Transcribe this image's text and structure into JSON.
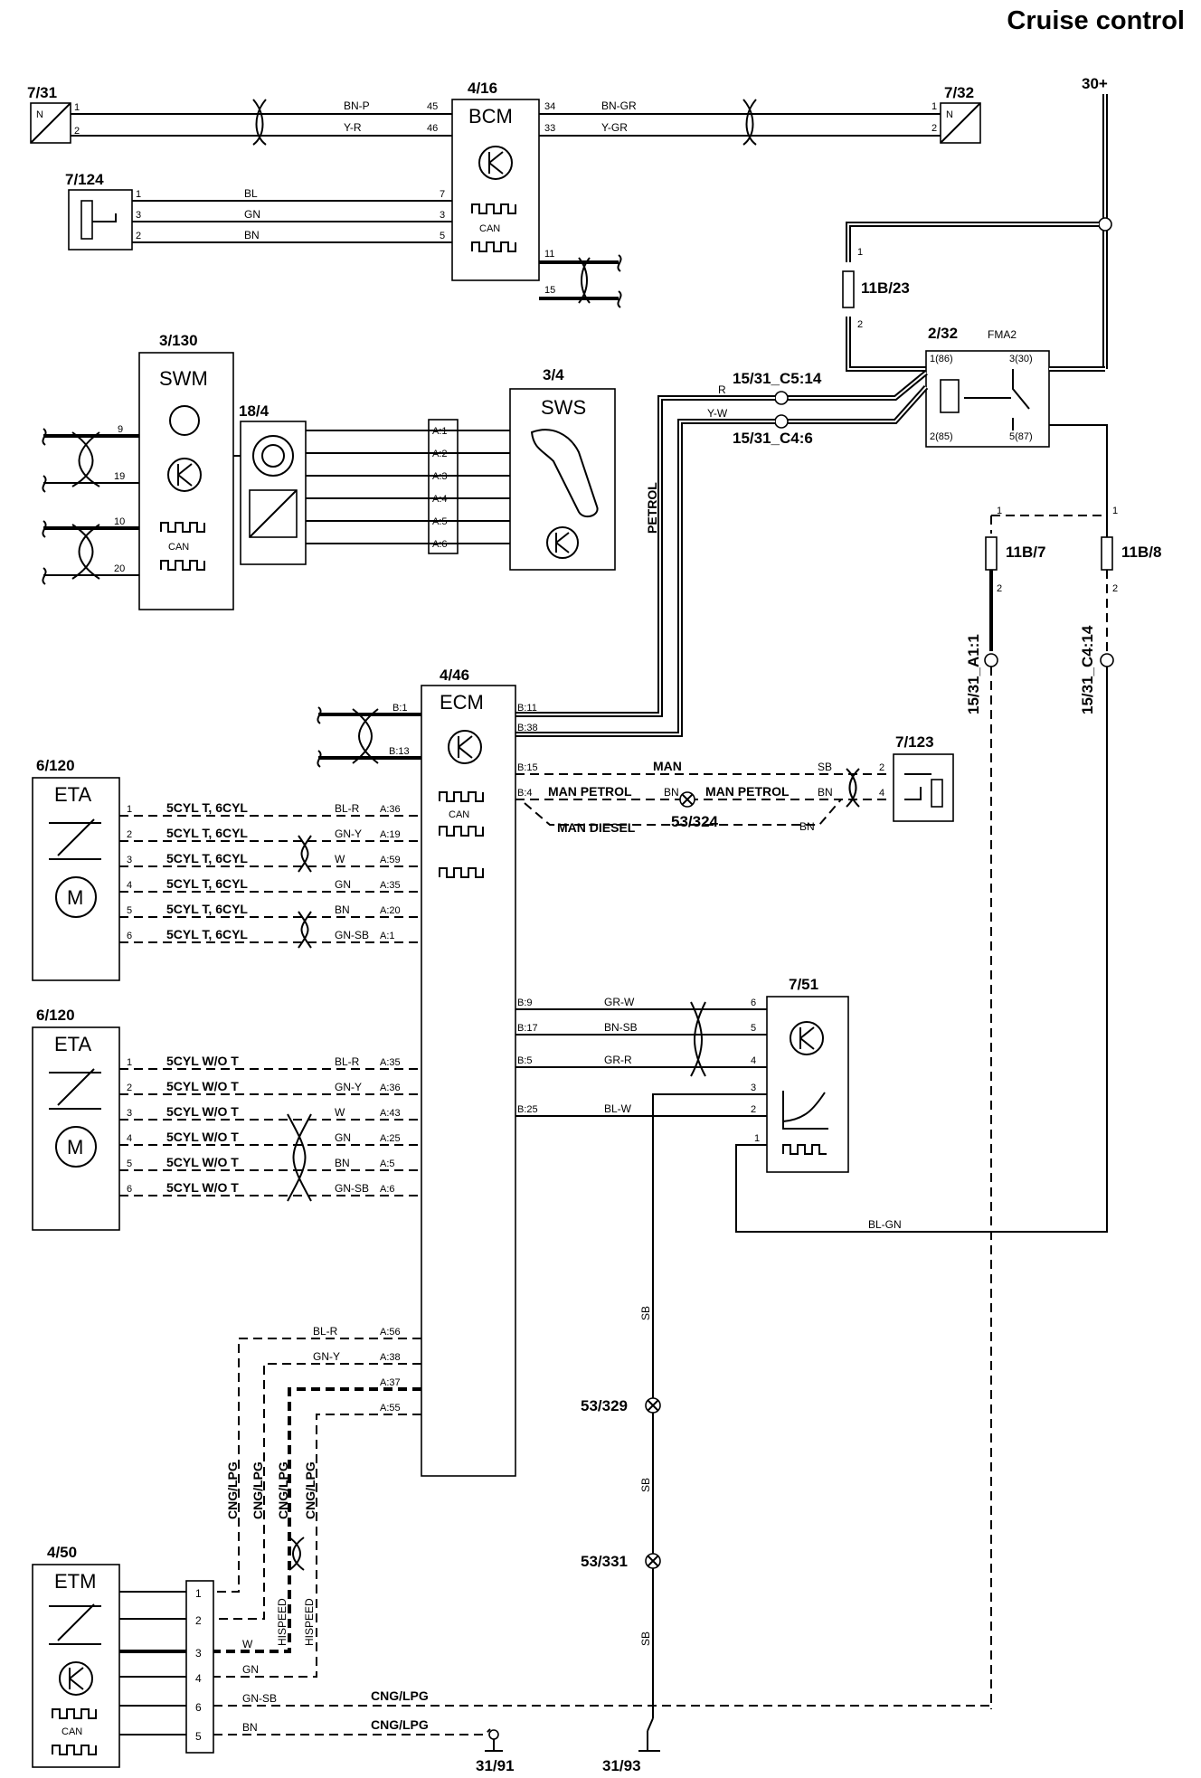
{
  "title": "Cruise control",
  "components": {
    "c7_31": {
      "ref": "7/31",
      "symbol": "N",
      "pins": [
        "1",
        "2"
      ]
    },
    "c7_32": {
      "ref": "7/32",
      "symbol": "N",
      "pins": [
        "1",
        "2"
      ]
    },
    "c4_16": {
      "ref": "4/16",
      "name": "BCM",
      "can": "CAN",
      "left_pins": [
        "45",
        "46",
        "7",
        "3",
        "5"
      ],
      "right_pins": [
        "34",
        "33",
        "11",
        "15"
      ]
    },
    "c7_124": {
      "ref": "7/124",
      "pins": [
        "1",
        "3",
        "2"
      ]
    },
    "c3_130": {
      "ref": "3/130",
      "name": "SWM",
      "can": "CAN",
      "pins": [
        "9",
        "19",
        "10",
        "20"
      ]
    },
    "c18_4": {
      "ref": "18/4"
    },
    "c3_4": {
      "ref": "3/4",
      "name": "SWS"
    },
    "connector_a": [
      "A:1",
      "A:2",
      "A:3",
      "A:4",
      "A:5",
      "A:6"
    ],
    "c2_32": {
      "ref": "2/32",
      "name": "FMA2",
      "pins": [
        "1(86)",
        "2(85)",
        "3(30)",
        "5(87)"
      ]
    },
    "fuse_11b23": {
      "ref": "11B/23",
      "pins": [
        "1",
        "2"
      ]
    },
    "fuse_11b7": {
      "ref": "11B/7",
      "pins": [
        "1",
        "2"
      ]
    },
    "fuse_11b8": {
      "ref": "11B/8",
      "pins": [
        "1",
        "2"
      ]
    },
    "c4_46": {
      "ref": "4/46",
      "name": "ECM",
      "can": "CAN",
      "pins": [
        "B:1",
        "B:13",
        "B:11",
        "B:38",
        "B:15",
        "B:4",
        "A:36",
        "A:19",
        "A:59",
        "A:35",
        "A:20",
        "A:1",
        "B:9",
        "B:17",
        "B:5",
        "B:25",
        "A:35",
        "A:36",
        "A:43",
        "A:25",
        "A:5",
        "A:6",
        "A:56",
        "A:38",
        "A:37",
        "A:55"
      ]
    },
    "c6_120_a": {
      "ref": "6/120",
      "name": "ETA",
      "motor": "M",
      "pins": [
        "1",
        "2",
        "3",
        "4",
        "5",
        "6"
      ]
    },
    "c6_120_b": {
      "ref": "6/120",
      "name": "ETA",
      "motor": "M",
      "pins": [
        "1",
        "2",
        "3",
        "4",
        "5",
        "6"
      ]
    },
    "c7_123": {
      "ref": "7/123",
      "pins": [
        "2",
        "4"
      ]
    },
    "c7_51": {
      "ref": "7/51",
      "pins": [
        "6",
        "5",
        "4",
        "3",
        "2",
        "1"
      ]
    },
    "c4_50": {
      "ref": "4/50",
      "name": "ETM",
      "can": "CAN",
      "pins": [
        "1",
        "2",
        "3",
        "4",
        "6",
        "5"
      ]
    },
    "splice_53_324": "53/324",
    "splice_53_329": "53/329",
    "splice_53_331": "53/331",
    "ground_31_91": "31/91",
    "ground_31_93": "31/93",
    "supply": "30+"
  },
  "connectors": {
    "c5_14": "15/31_C5:14",
    "c4_6": "15/31_C4:6",
    "a1_1": "15/31_A1:1",
    "c4_14": "15/31_C4:14"
  },
  "wires": {
    "bcm_left": [
      "BN-P",
      "Y-R"
    ],
    "bcm_right": [
      "BN-GR",
      "Y-GR"
    ],
    "c7124": [
      "BL",
      "GN",
      "BN"
    ],
    "relay_in": [
      "R",
      "Y-W"
    ],
    "petrol": "PETROL",
    "eta_a": [
      "BL-R",
      "GN-Y",
      "W",
      "GN",
      "BN",
      "GN-SB"
    ],
    "eta_b": [
      "BL-R",
      "GN-Y",
      "W",
      "GN",
      "BN",
      "GN-SB"
    ],
    "sensor": [
      "GR-W",
      "BN-SB",
      "GR-R",
      "BL-W"
    ],
    "blgn": "BL-GN",
    "sb": "SB",
    "sensor_7123": [
      "SB",
      "BN",
      "BN"
    ],
    "etm_dash": [
      "BL-R",
      "GN-Y"
    ],
    "etm_bottom": [
      "W",
      "GN",
      "GN-SB",
      "BN"
    ],
    "cnglpg": "CNG/LPG",
    "hispeed": "HISPEED"
  },
  "options": {
    "eta_a": [
      "5CYL T, 6CYL",
      "5CYL T, 6CYL",
      "5CYL T, 6CYL",
      "5CYL T, 6CYL",
      "5CYL T, 6CYL",
      "5CYL T, 6CYL"
    ],
    "eta_b": [
      "5CYL W/O T",
      "5CYL W/O T",
      "5CYL W/O T",
      "5CYL W/O T",
      "5CYL W/O T",
      "5CYL W/O T"
    ],
    "man": "MAN",
    "man_petrol": "MAN PETROL",
    "man_diesel": "MAN DIESEL"
  }
}
